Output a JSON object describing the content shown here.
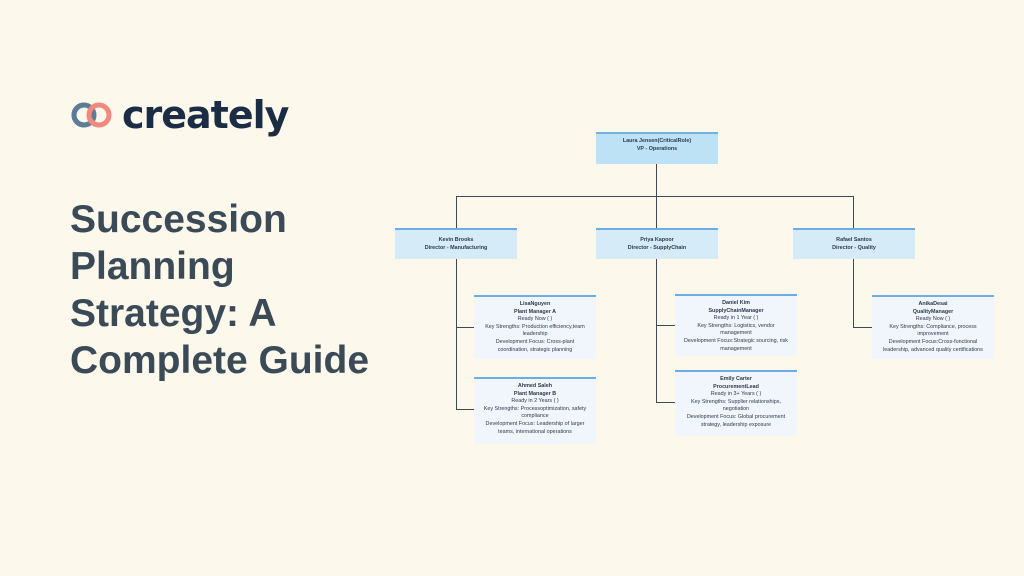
{
  "brand": {
    "name": "creately",
    "colors": {
      "ring_coral": "#f08a7c",
      "ring_blue": "#5d7d96",
      "text": "#1b2d44"
    }
  },
  "headline": {
    "lines": [
      "Succession",
      "Planning",
      "Strategy: A",
      "Complete Guide"
    ]
  },
  "org": {
    "root": {
      "name": "Laura Jensen(CriticalRole)",
      "role": "VP - Operations"
    },
    "directors": [
      {
        "name": "Kevin Brooks",
        "role": "Director - Manufacturing"
      },
      {
        "name": "Priya Kapoor",
        "role": "Director - SupplyChain"
      },
      {
        "name": "Rafael Santos",
        "role": "Director - Quality"
      }
    ],
    "successors": [
      {
        "name": "LisaNguyen",
        "role": "Plant Manager A",
        "ready": "Ready Now (  )",
        "strengths": [
          "Key Strengths: Production efficiency,team",
          "leadership"
        ],
        "focus": [
          "Development Focus: Cross-plant",
          "coordination, strategic planning"
        ]
      },
      {
        "name": "Ahmed Saleh",
        "role": "Plant Manager B",
        "ready": "Ready in 2 Years (  )",
        "strengths": [
          "Key Strengths: Processoptimization, safety",
          "compliance"
        ],
        "focus": [
          "Development Focus: Leadership of larger",
          "teams, international operations"
        ]
      },
      {
        "name": "Daniel Kim",
        "role": "SupplyChainManager",
        "ready": "Ready in 1 Year (  )",
        "strengths": [
          "Key Strengths: Logistics, vendor",
          "management"
        ],
        "focus": [
          "Development Focus:Strategic sourcing, risk",
          "management"
        ]
      },
      {
        "name": "Emily Carter",
        "role": "ProcurementLead",
        "ready": "Ready in 3+ Years (  )",
        "strengths": [
          "Key Strengths: Supplier relationships,",
          "negotiation"
        ],
        "focus": [
          "Development Focus: Global procurement",
          "strategy, leadership exposure"
        ]
      },
      {
        "name": "AnikaDesai",
        "role": "QualityManager",
        "ready": "Ready Now (  )",
        "strengths": [
          "Key Strengths: Compliance, process",
          "improvement"
        ],
        "focus": [
          "Development Focus:Cross-functional",
          "leadership, advanced quality certifications"
        ]
      }
    ]
  }
}
